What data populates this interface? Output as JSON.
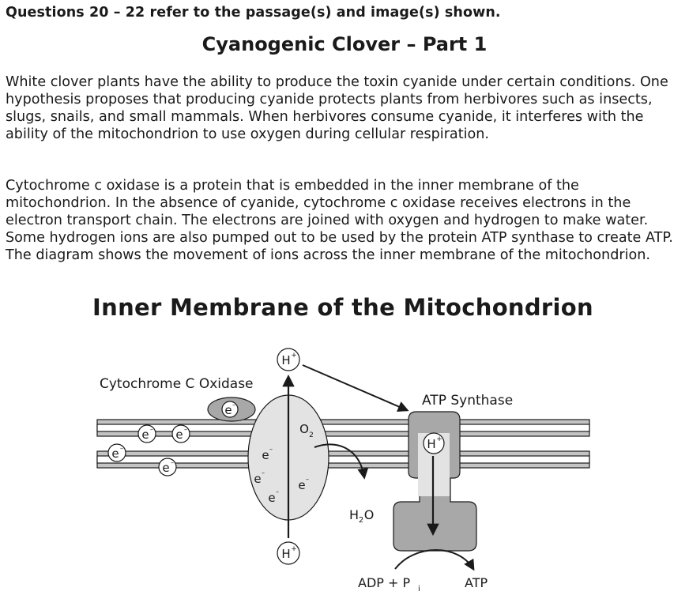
{
  "header": "Questions 20 – 22 refer to the passage(s) and image(s) shown.",
  "title": "Cyanogenic Clover – Part 1",
  "paragraphs": [
    "White clover plants have the ability to produce the toxin cyanide under certain conditions. One hypothesis proposes that producing cyanide protects plants from herbivores such as insects, slugs, snails, and small mammals. When herbivores consume cyanide, it interferes with the ability of the mitochondrion to use oxygen during cellular respiration.",
    "Cytochrome c oxidase is a protein that is embedded in the inner membrane of the mitochondrion. In the absence of cyanide, cytochrome c oxidase receives electrons in the electron transport chain. The electrons are joined with oxygen and hydrogen to make water. Some hydrogen ions are also pumped out to be used by the protein ATP synthase to create ATP. The diagram shows the movement of ions across the inner membrane of the mitochondrion."
  ],
  "diagram": {
    "title": "Inner Membrane of the Mitochondrion",
    "labels": {
      "cytochrome": "Cytochrome C Oxidase",
      "atp_synthase": "ATP Synthase",
      "h_ion": "H",
      "h_charge": "+",
      "electron": "e",
      "electron_charge": "–",
      "oxygen": "O",
      "oxygen_sub": "2",
      "water_h": "H",
      "water_sub": "2",
      "water_o": "O",
      "adp": "ADP + P",
      "adp_sub": "i",
      "atp": "ATP"
    },
    "colors": {
      "membrane": "#c4c4c4",
      "oxidase": "#e3e3e3",
      "synthase": "#a8a8a8",
      "electron_carrier": "#a8a8a8",
      "stroke": "#1a1a1a"
    }
  }
}
